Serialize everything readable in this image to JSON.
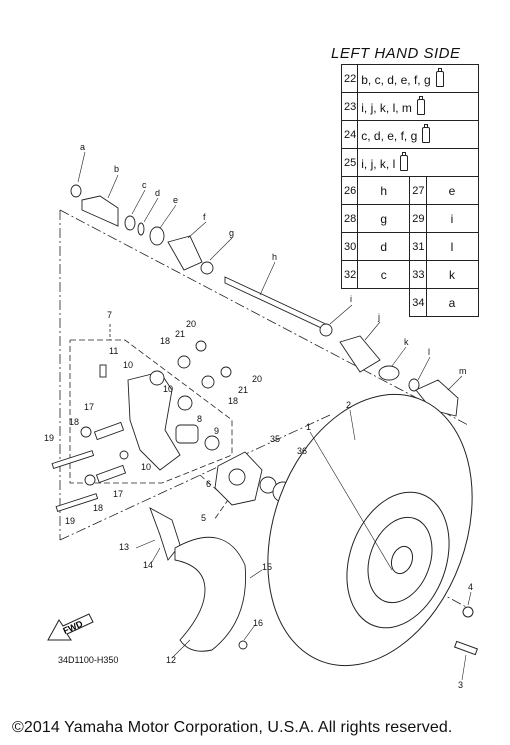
{
  "table": {
    "title": "LEFT HAND SIDE",
    "seq_rows": [
      {
        "num": "22",
        "letters": "b, c, d, e, f, g"
      },
      {
        "num": "23",
        "letters": "i, j, k, l, m"
      },
      {
        "num": "24",
        "letters": "c, d, e, f, g"
      },
      {
        "num": "25",
        "letters": "i, j, k, l"
      }
    ],
    "grid_rows": [
      [
        {
          "num": "26",
          "val": "h"
        },
        {
          "num": "27",
          "val": "e"
        }
      ],
      [
        {
          "num": "28",
          "val": "g"
        },
        {
          "num": "29",
          "val": "i"
        }
      ],
      [
        {
          "num": "30",
          "val": "d"
        },
        {
          "num": "31",
          "val": "l"
        }
      ],
      [
        {
          "num": "32",
          "val": "c"
        },
        {
          "num": "33",
          "val": "k"
        }
      ],
      [
        {
          "num": "34",
          "val": "a"
        }
      ]
    ]
  },
  "callouts": {
    "a": "a",
    "b": "b",
    "c": "c",
    "d": "d",
    "e": "e",
    "f": "f",
    "g": "g",
    "h": "h",
    "i": "i",
    "j": "j",
    "k": "k",
    "l": "l",
    "m": "m",
    "n1": "1",
    "n2": "2",
    "n3": "3",
    "n4": "4",
    "n5": "5",
    "n6": "6",
    "n7": "7",
    "n8": "8",
    "n9": "9",
    "n10": "10",
    "n11": "11",
    "n12": "12",
    "n13": "13",
    "n14": "14",
    "n15": "15",
    "n16": "16",
    "n17": "17",
    "n18": "18",
    "n19": "19",
    "n20": "20",
    "n21": "21",
    "n35": "35",
    "n36": "36"
  },
  "fwd_label": "FWD",
  "diagram_code": "34D1100-H350",
  "copyright": "©2014 Yamaha Motor Corporation, U.S.A. All rights reserved."
}
